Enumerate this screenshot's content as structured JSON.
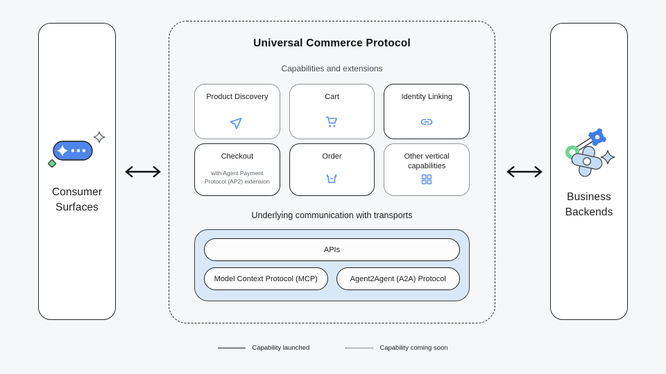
{
  "diagram": {
    "title": "Universal Commerce Protocol",
    "capabilities_heading": "Capabilities and extensions",
    "transports_heading": "Underlying communication with transports"
  },
  "left_panel": {
    "label": "Consumer\nSurfaces",
    "icon": "chat-pill-sparkle-icon"
  },
  "right_panel": {
    "label": "Business\nBackends",
    "icon": "gears-sparkle-icon"
  },
  "cards": [
    {
      "label": "Product Discovery",
      "icon": "send-icon",
      "status": "coming-soon"
    },
    {
      "label": "Cart",
      "icon": "cart-icon",
      "status": "coming-soon"
    },
    {
      "label": "Identity Linking",
      "icon": "link-icon",
      "status": "launched"
    },
    {
      "label": "Checkout",
      "subtitle": "with Agent Payment Protocol (AP2) extension",
      "status": "launched"
    },
    {
      "label": "Order",
      "icon": "order-box-icon",
      "status": "launched"
    },
    {
      "label": "Other vertical capabilities",
      "icon": "grid-icon",
      "status": "coming-soon"
    }
  ],
  "transports": {
    "apis_label": "APIs",
    "mcp_label": "Model Context Protocol (MCP)",
    "a2a_label": "Agent2Agent (A2A) Protocol"
  },
  "legend": {
    "launched_label": "Capability launched",
    "coming_soon_label": "Capability coming soon"
  },
  "colors": {
    "background": "#f5f7f9",
    "accent_blue": "#5b92f1",
    "pill_blue": "#4e86ee",
    "light_blue_fill": "#c5dcf7",
    "transport_bg": "#d9e8f9",
    "green": "#6dd58c",
    "outline": "#27292b",
    "muted_text": "#5f6368"
  }
}
